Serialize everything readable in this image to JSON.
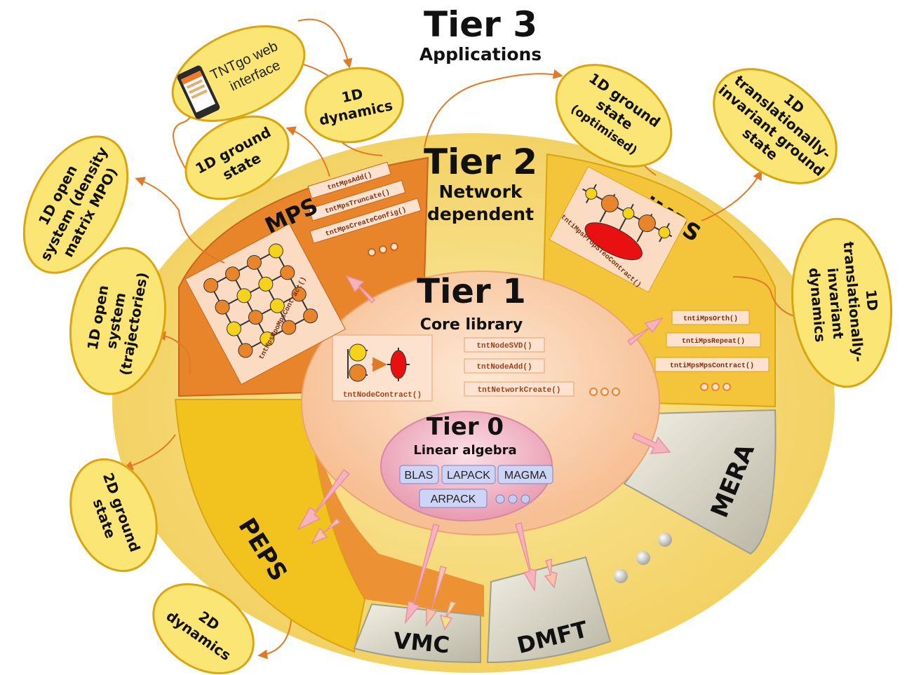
{
  "tier3": {
    "title": "Tier 3",
    "subtitle": "Applications"
  },
  "tier2": {
    "title": "Tier 2",
    "subtitle_line1": "Network",
    "subtitle_line2": "dependent"
  },
  "tier1": {
    "title": "Tier 1",
    "subtitle": "Core library"
  },
  "tier0": {
    "title": "Tier 0",
    "subtitle": "Linear algebra",
    "libs": [
      "BLAS",
      "LAPACK",
      "MAGMA",
      "ARPACK"
    ]
  },
  "segments": {
    "mps": "MPS",
    "imps": "iMPS",
    "peps": "PEPS",
    "vmc": "VMC",
    "dmft": "DMFT",
    "mera": "MERA"
  },
  "functions": {
    "mps": [
      "tntMpsAdd()",
      "tntMpsTruncate()",
      "tntMpsCreateConfig()",
      "tntMpsMpoMpsContract()"
    ],
    "imps": [
      "tntiMpsPropSTeoContract()",
      "tntiMpsOrth()",
      "tntiMpsRepeat()",
      "tntiMpsMpsContract()"
    ],
    "core": [
      "tntNodeContract()",
      "tntNodeSVD()",
      "tntNodeAdd()",
      "tntNetworkCreate()"
    ]
  },
  "applications": {
    "tntgo": [
      "TNTgo web",
      "interface"
    ],
    "dyn1d": [
      "1D",
      "dynamics"
    ],
    "gs1d": [
      "1D ground",
      "state"
    ],
    "gs1d_opt": [
      "1D ground",
      "state",
      "(optimised)"
    ],
    "ti_gs": [
      "1D",
      "translationally-",
      "invariant ground",
      "state"
    ],
    "open_mpo": [
      "1D open",
      "system (density",
      "matrix MPO)"
    ],
    "open_traj": [
      "1D open",
      "system",
      "(trajectories)"
    ],
    "ti_dyn": [
      "1D",
      "translationally-",
      "invariant",
      "dynamics"
    ],
    "gs2d": [
      "2D ground",
      "state"
    ],
    "dyn2d": [
      "2D",
      "dynamics"
    ]
  },
  "colors": {
    "outer_ring": "#f7dc7a",
    "mps_band": "#e8842a",
    "peps_band": "#f2c21f",
    "imps_band": "#f4c53a",
    "tier1_fill": "#fbd5b5",
    "tier0_fill": "#f0b8c8",
    "bubble_fill": "#fbe675",
    "arrow_pink": "#f6b2be",
    "connector": "#e07a27"
  }
}
